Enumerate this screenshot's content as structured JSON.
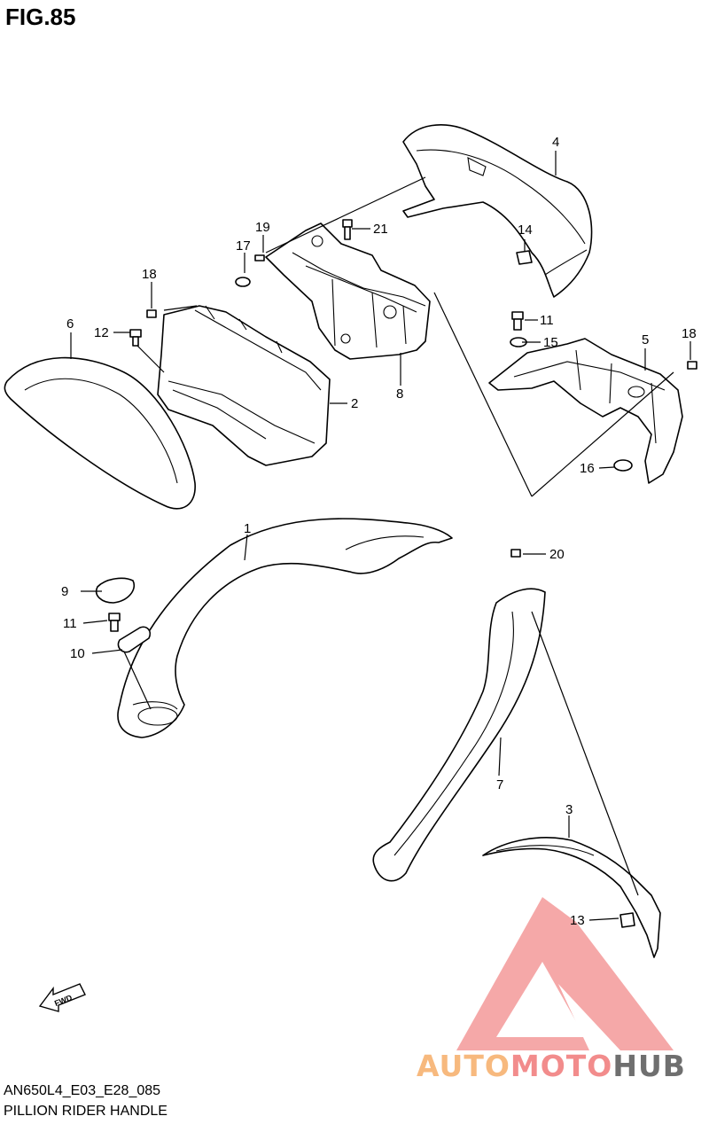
{
  "figure": {
    "title": "FIG.85"
  },
  "callouts": [
    "1",
    "2",
    "3",
    "4",
    "5",
    "6",
    "7",
    "8",
    "9",
    "10",
    "11",
    "11",
    "12",
    "13",
    "14",
    "15",
    "16",
    "17",
    "18",
    "18",
    "19",
    "20",
    "21"
  ],
  "footer": {
    "code": "AN650L4_E03_E28_085",
    "name": "PILLION RIDER HANDLE"
  },
  "fwd_label": "FWD",
  "watermark": {
    "part1": "AUTO",
    "part2": "MOTO",
    "part3": "HUB"
  },
  "colors": {
    "line": "#000000",
    "logo_red": "#f28c8c",
    "logo_orange": "#f7b97e",
    "logo_gray": "#6f6f6f"
  }
}
